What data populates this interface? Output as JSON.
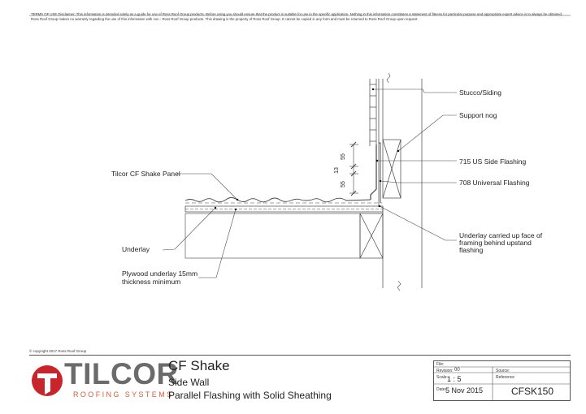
{
  "terms": "TERMS OF USE Disclaimer: This information is intended solely as a guide for use of Ross Roof Group products. Before using you should ensure that the product is suitable for use in the specific application. Nothing in this information constitutes a statement of fitness for particular purpose and appropriate expert advice is to always be obtained. Ross Roof Group makes no warranty regarding the use of this information with non - Ross Roof Group products. This drawing is the property of Ross Roof Group. It cannot be copied in any form and must be returned to Ross Roof Group upon request.",
  "copyright": "© copyright 2017 Ross Roof Group",
  "brand": {
    "name": "TILCOR",
    "sub": "ROOFING SYSTEMS",
    "logo_color": "#c8242b",
    "text_color": "#6b6b6b",
    "sub_color": "#d85a3a"
  },
  "title": {
    "product": "CF Shake",
    "line2": "Side Wall",
    "line3": "Parallel Flashing with Solid Sheathing"
  },
  "title_block": {
    "file_label": "File:",
    "revision_label": "Revision:",
    "revision": "00",
    "source_label": "Source:",
    "scale_label": "Scale:",
    "scale": "1 : 5",
    "reference_label": "Reference",
    "date_label": "Date:",
    "date": "5 Nov 2015",
    "reference": "CFSK150"
  },
  "labels": {
    "stucco": "Stucco/Siding",
    "nog": "Support nog",
    "side_flashing": "715 US Side Flashing",
    "universal_flashing": "708 Universal Flashing",
    "underlay_carried": [
      "Underlay carried up face of",
      "framing behind upstand",
      "flashing"
    ],
    "panel": "Tilcor CF Shake Panel",
    "underlay": "Underlay",
    "plywood": [
      "Plywood underlay 15mm",
      "thickness minimum"
    ]
  },
  "dimensions": {
    "upper": "55",
    "gap": "13",
    "lower": "55"
  }
}
